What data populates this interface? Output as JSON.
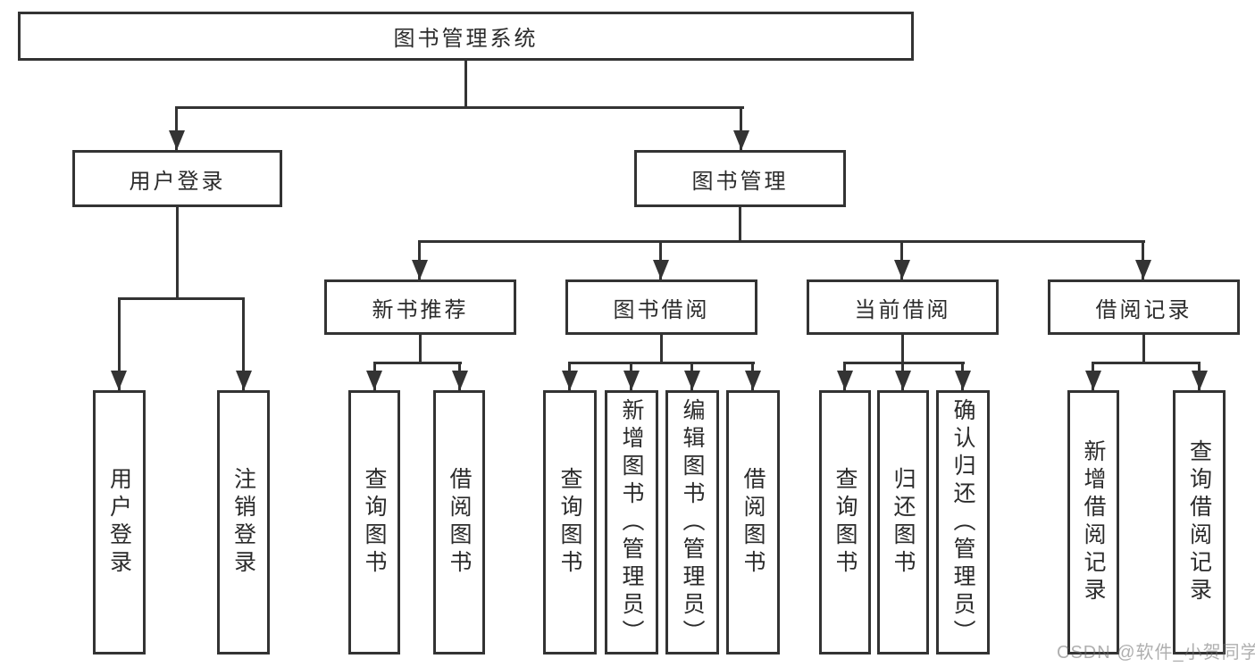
{
  "diagram": {
    "root": {
      "label": "图书管理系统"
    },
    "branches": [
      {
        "label": "用户登录",
        "children": [
          {
            "label": "用户登录"
          },
          {
            "label": "注销登录"
          }
        ]
      },
      {
        "label": "图书管理",
        "children": [
          {
            "label": "新书推荐",
            "children": [
              {
                "label": "查询图书"
              },
              {
                "label": "借阅图书"
              }
            ]
          },
          {
            "label": "图书借阅",
            "children": [
              {
                "label": "查询图书"
              },
              {
                "label": "新增图书（管理员）"
              },
              {
                "label": "编辑图书（管理员）"
              },
              {
                "label": "借阅图书"
              }
            ]
          },
          {
            "label": "当前借阅",
            "children": [
              {
                "label": "查询图书"
              },
              {
                "label": "归还图书"
              },
              {
                "label": "确认归还（管理员）"
              }
            ]
          },
          {
            "label": "借阅记录",
            "children": [
              {
                "label": "新增借阅记录"
              },
              {
                "label": "查询借阅记录"
              }
            ]
          }
        ]
      }
    ]
  },
  "watermark": {
    "text": "CSDN @软件_小贺同学"
  },
  "colors": {
    "line": "#333333",
    "box_border": "#333333",
    "box_fill": "#ffffff",
    "text": "#2b2b2b",
    "background": "#ffffff",
    "watermark": "#b5b5b5"
  }
}
